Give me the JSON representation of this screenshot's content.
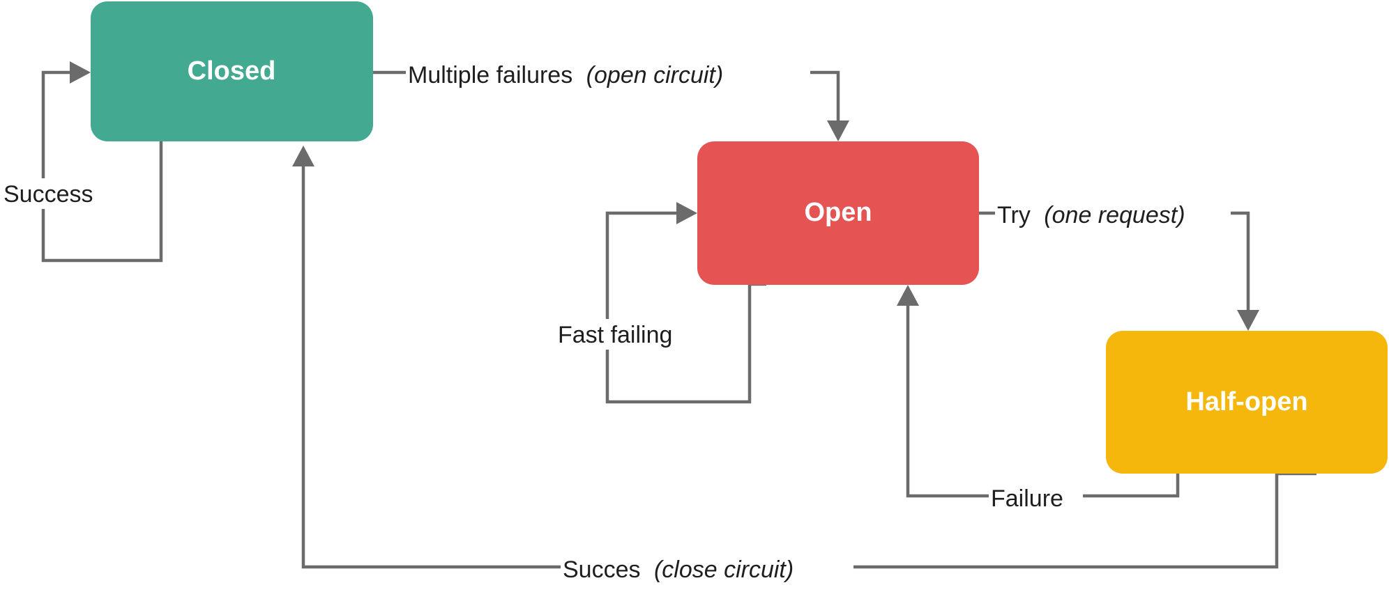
{
  "states": {
    "closed": {
      "label": "Closed",
      "color": "#43aa91"
    },
    "open": {
      "label": "Open",
      "color": "#e65353"
    },
    "half_open": {
      "label": "Half-open",
      "color": "#f5b70c"
    }
  },
  "transitions": {
    "closed_to_open": {
      "label": "Multiple failures",
      "note": "(open circuit)"
    },
    "closed_success": {
      "label": "Success"
    },
    "open_to_half_open": {
      "label": "Try",
      "note": "(one request)"
    },
    "open_fast_failing": {
      "label": "Fast failing"
    },
    "half_open_failure": {
      "label": "Failure"
    },
    "half_open_success": {
      "label": "Succes",
      "note": "(close circuit)"
    }
  },
  "colors": {
    "edge": "#6b6b6b",
    "text": "#1e1e1e",
    "node_text": "#ffffff",
    "background": "#ffffff"
  }
}
